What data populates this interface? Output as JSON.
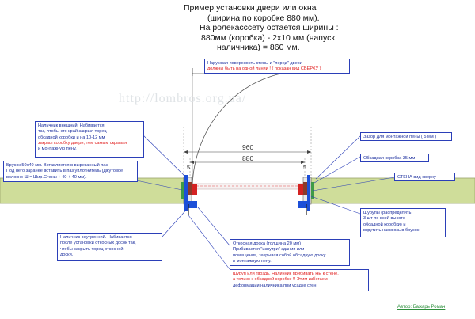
{
  "title": {
    "lines": [
      "Пример установки двери или окна",
      "(ширина по коробке 880 мм).",
      "На ролекасссету остается ширины :",
      "880мм (коробка) - 2х10 мм (напуск",
      "наличника) = 860 мм."
    ]
  },
  "watermark": "http://lombros.org.ua/",
  "dimensions": {
    "outer": "960",
    "inner": "880",
    "gap_left": "5",
    "gap_right": "5"
  },
  "notes": {
    "surface": {
      "line1": "Наружная поверхность стены и \"перед\" двери",
      "line2": "должны быть на одной линии ! ( показан вид СВЕРХУ )"
    },
    "outer_trim": {
      "line1": "Наличник внешний. Набивается",
      "line2": "так,  чтобы его край закрыл торец",
      "line3": "обсадной коробки и  на 10-12 мм",
      "line4": "закрыл коробку двери, тем самым скрывая",
      "line5": "и монтажную пену."
    },
    "bar": {
      "line1": "Брусок 50х40 мм. Вставляется в  вырезанный паз.",
      "line2": "Под него заранее вставить в паз уплотнитель (джутовое",
      "line3": "волокно Ш = Шир.Стены + 40 + 40 мм)."
    },
    "foam_gap": "Зазор для монтажной пены ( 5 мм )",
    "frame": "Обсадная коробка 35 мм",
    "wall": "СТЕНА  вид сверху",
    "screws": {
      "line1": "Шурупы (распределить",
      "line2": "3 шт по всей высоте",
      "line3": "обсадной коробки) и",
      "line4": "вкрутить насквозь в брусок"
    },
    "inner_trim": {
      "line1": "Наличник внутренний. Набивается",
      "line2": "после установки откосных досок так,",
      "line3": "чтобы закрыть торец откосной",
      "line4": "доски."
    },
    "jamb_board": {
      "line1": "Откосная доска (толщина 20 мм)",
      "line2": "Прибивается \"изнутри\" здания или",
      "line3": "помещения, закрывая собой обсадную доску",
      "line4": "и монтажную пену."
    },
    "nail": {
      "line1": "Шуруп или гвоздь. Наличник прибивать НЕ к стене,",
      "line2": "а только к обсадной коробке !! Этим избегаем",
      "line3": "деформации наличника при усадке стен."
    }
  },
  "author": "Автор: Бажарь Роман",
  "colors": {
    "wall": "#cfdd9a",
    "annotation": "#2b3fb8",
    "warning": "#e01b1b",
    "trim": "#1c4fd8",
    "seal": "#3f9b47"
  }
}
